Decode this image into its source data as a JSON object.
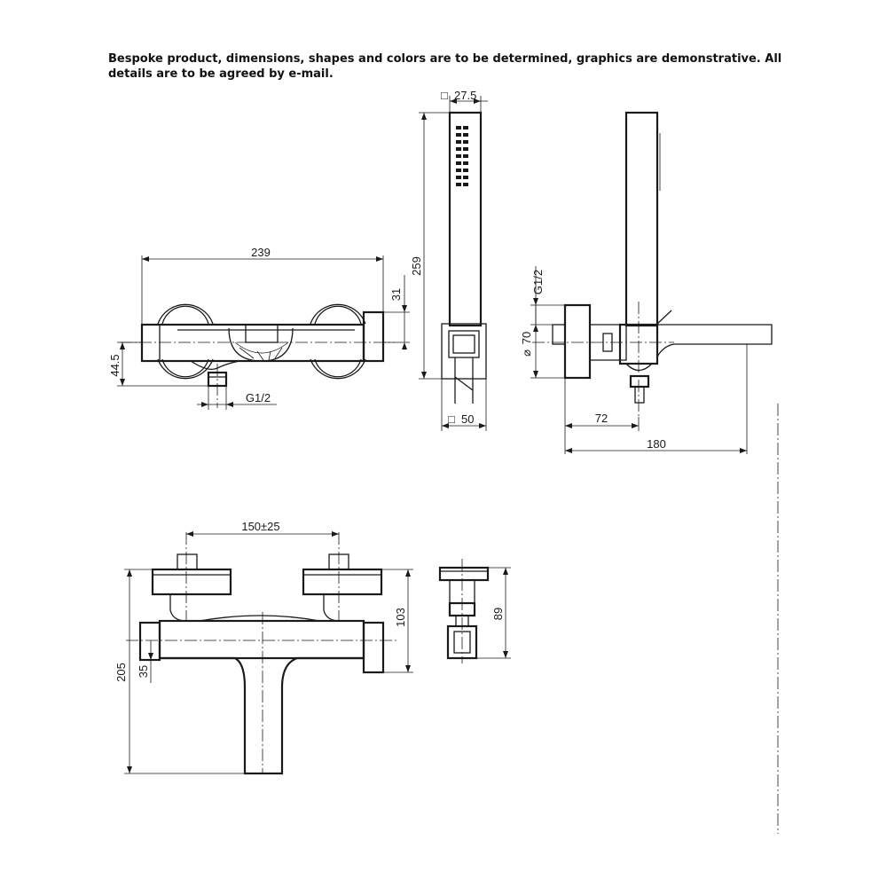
{
  "note": "Bespoke product, dimensions, shapes and colors are to be determined, graphics are demonstrative. All details are to be agreed by e-mail.",
  "dimensions": {
    "top_width": "239",
    "top_height_31": "31",
    "top_height_445": "44.5",
    "top_thread": "G1/2",
    "shower_square_top": "27.5",
    "shower_length": "259",
    "shower_square_bottom": "50",
    "side_thread": "G1/2",
    "side_diameter": "70",
    "side_72": "72",
    "side_180": "180",
    "front_spacing": "150±25",
    "front_height_205": "205",
    "front_height_103": "103",
    "front_35": "35",
    "holder_89": "89"
  },
  "symbols": {
    "square": "□",
    "diameter": "⌀"
  }
}
